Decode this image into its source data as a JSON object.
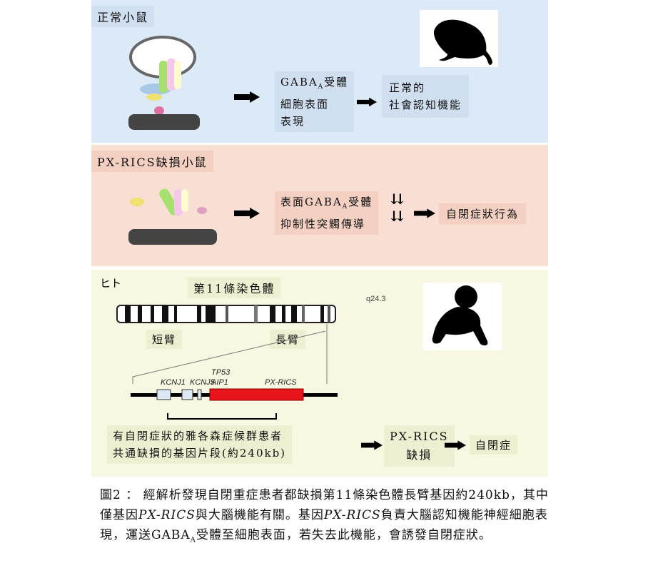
{
  "panel_normal": {
    "title": "正常小鼠",
    "step1_line1": "GABA",
    "step1_sub": "A",
    "step1_line1b": "受體",
    "step1_line2": "細胞表面",
    "step1_line3": "表現",
    "step2_line1": "正常的",
    "step2_line2": "社會認知機能"
  },
  "panel_knockout": {
    "title": "PX-RICS缺損小鼠",
    "step1_line1a": "表面GABA",
    "step1_sub": "A",
    "step1_line1b": "受體",
    "step1_line2": "抑制性突觸傳導",
    "result": "自閉症狀行為"
  },
  "panel_human": {
    "title": "ヒト",
    "chromosome_title": "第11條染色體",
    "band": "q24.3",
    "short_arm": "短臂",
    "long_arm": "長臂",
    "genes": [
      "KCNJ1",
      "KCNJ5",
      "TP53",
      "AIP1",
      "PX-RICS"
    ],
    "region_line1": "有自閉症狀的雅各森症候群患者",
    "region_line2": "共通缺損的基因片段(約240kb)",
    "deletion_line1": "PX-RICS",
    "deletion_line2": "缺損",
    "result": "自閉症"
  },
  "caption": {
    "line1": "圖2 ： 經解析發現自閉重症患者都缺損第11條染色體長臂基因約240kb，其中",
    "line2a": "僅基因",
    "line2b": "PX-RICS",
    "line2c": "與大腦機能有關。基因",
    "line2d": "PX-RICS",
    "line2e": "負責大腦認知機能神經細胞表",
    "line3a": "現，運送GABA",
    "line3sub": "A",
    "line3b": "受體至細胞表面，若失去此機能，會誘發自閉症狀。"
  },
  "colors": {
    "panel1": "#dce9f6",
    "panel2": "#f9dfd3",
    "panel3": "#f8f8e2",
    "px_rics": "#e8141c"
  }
}
